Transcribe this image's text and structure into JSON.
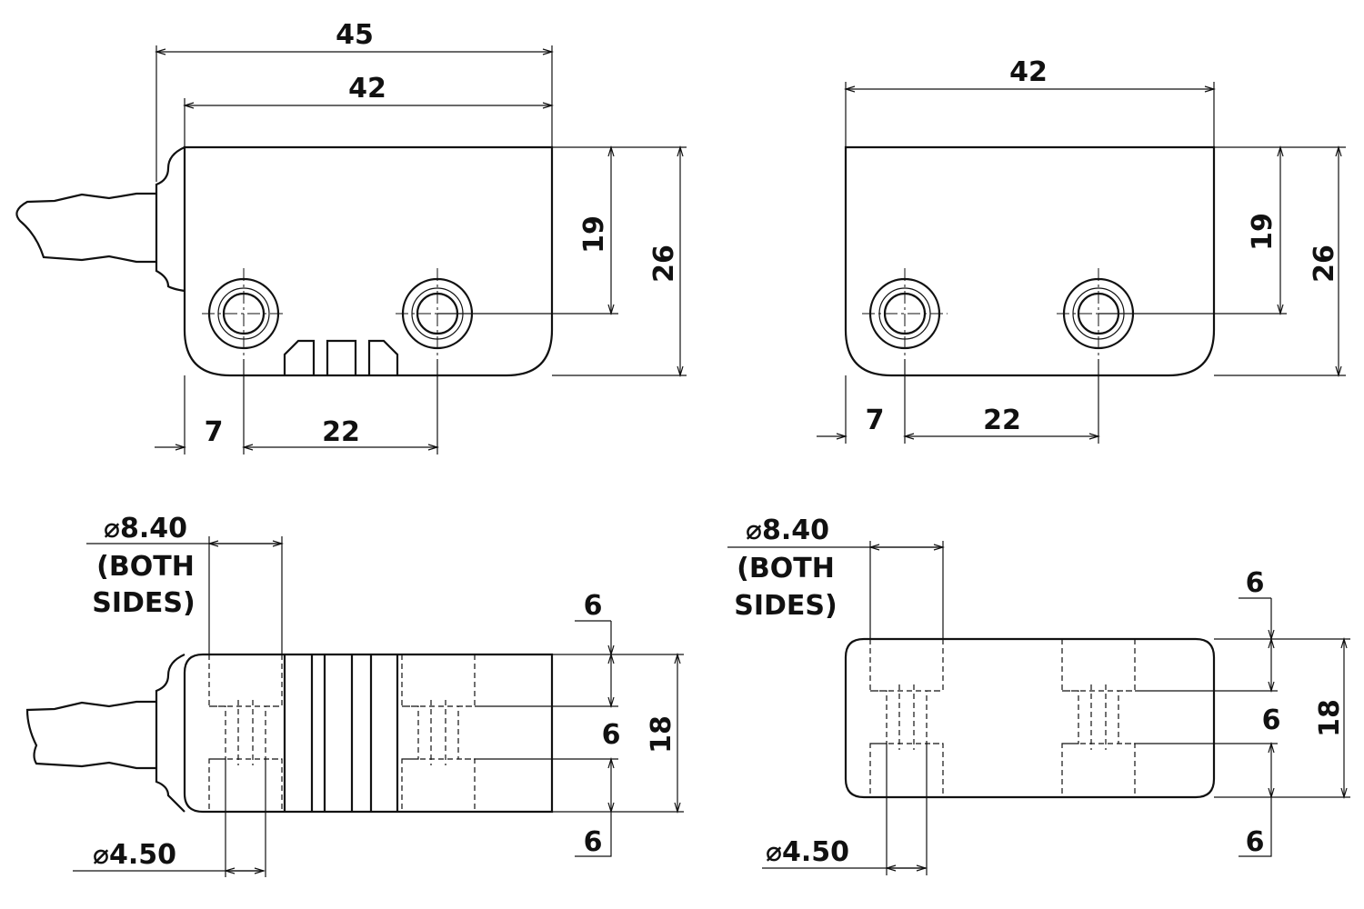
{
  "views": {
    "top_left": {
      "dim_overall": "45",
      "dim_body": "42",
      "dim_hole_height": "19",
      "dim_height": "26",
      "dim_edge": "7",
      "dim_pitch": "22"
    },
    "top_right": {
      "dim_body": "42",
      "dim_hole_height": "19",
      "dim_height": "26",
      "dim_edge": "7",
      "dim_pitch": "22"
    },
    "bottom_left": {
      "counterbore": "⌀8.40",
      "both_line1": "(BOTH",
      "both_line2": "SIDES)",
      "dim_top": "6",
      "dim_mid": "6",
      "dim_bottom": "6",
      "dim_thickness": "18",
      "hole": "⌀4.50"
    },
    "bottom_right": {
      "counterbore": "⌀8.40",
      "both_line1": "(BOTH",
      "both_line2": "SIDES)",
      "dim_top": "6",
      "dim_mid": "6",
      "dim_bottom": "6",
      "dim_thickness": "18",
      "hole": "⌀4.50"
    }
  }
}
